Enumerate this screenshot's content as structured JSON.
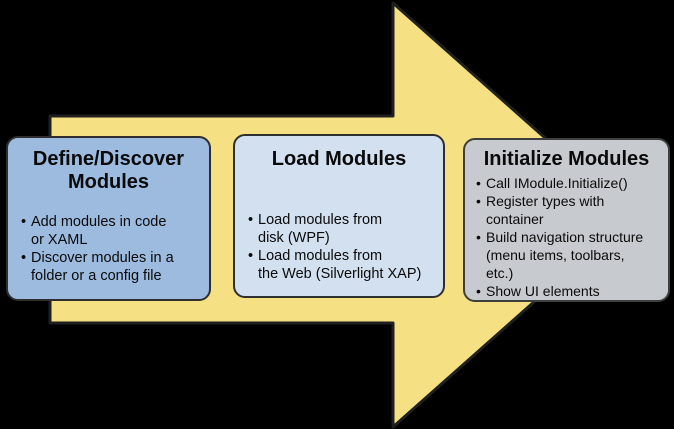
{
  "diagram": {
    "background_color": "#000000",
    "arrow": {
      "direction": "right",
      "fill_color": "#F5E083",
      "border_color": "#1F1F1F"
    },
    "steps": [
      {
        "title": "Define/Discover\nModules",
        "fill_color": "#9CBBDF",
        "bullets": [
          "Add modules in code\nor XAML",
          "Discover modules in a\nfolder or a config file"
        ]
      },
      {
        "title": "Load Modules",
        "fill_color": "#D3E0EF",
        "bullets": [
          "Load modules from\ndisk (WPF)",
          "Load modules from\nthe Web (Silverlight XAP)"
        ]
      },
      {
        "title": "Initialize Modules",
        "fill_color": "#C7CACE",
        "bullets": [
          "Call IModule.Initialize()",
          "Register types with\ncontainer",
          "Build navigation structure\n(menu items, toolbars,\netc.)",
          "Show UI elements"
        ]
      }
    ]
  }
}
